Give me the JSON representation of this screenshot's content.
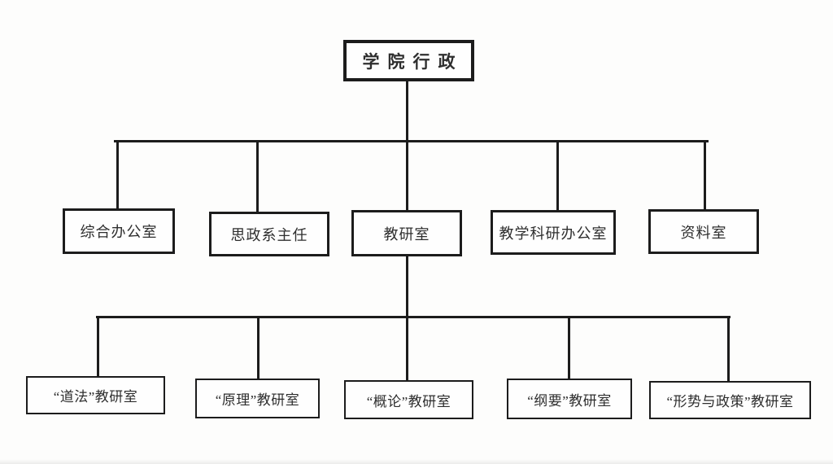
{
  "org_chart": {
    "root": {
      "label": "学院行政"
    },
    "level2": [
      {
        "label": "综合办公室"
      },
      {
        "label": "思政系主任"
      },
      {
        "label": "教研室"
      },
      {
        "label": "教学科研办公室"
      },
      {
        "label": "资料室"
      }
    ],
    "level3": [
      {
        "label": "“道法”教研室"
      },
      {
        "label": "“原理”教研室"
      },
      {
        "label": "“概论”教研室"
      },
      {
        "label": "“纲要”教研室"
      },
      {
        "label": "“形势与政策”教研室"
      }
    ],
    "colors": {
      "line": "#1c1c1c",
      "box_border": "#1c1c1c",
      "text": "#2e2e2e",
      "background": "#fdfdfc"
    }
  }
}
